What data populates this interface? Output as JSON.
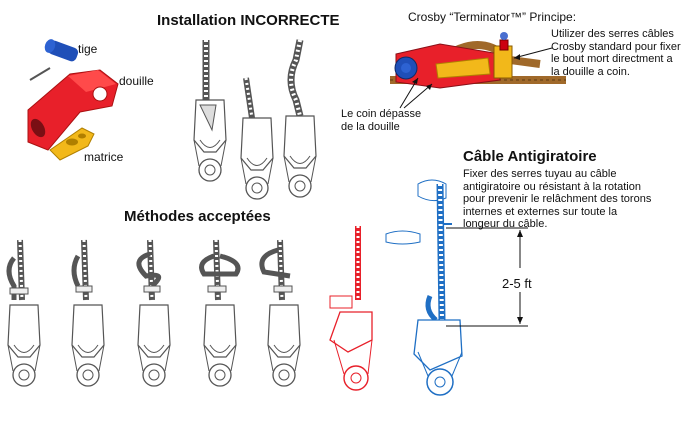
{
  "titles": {
    "incorrect": "Installation INCORRECTE",
    "accepted": "Méthodes acceptées",
    "crosby": "Crosby “Terminator™” Principe:",
    "antirotation": "Câble Antigiratoire"
  },
  "parts": {
    "pin": "tige",
    "socket": "douille",
    "wedge": "matrice"
  },
  "crosby_note_lines": [
    "Utilizer des serres câbles",
    "Crosby standard pour fixer",
    "le bout mort directment a",
    "la douille a coin."
  ],
  "wedge_note_lines": [
    "Le coin dépasse",
    "de la douille"
  ],
  "antirotation_note_lines": [
    "Fixer des serres tuyau au câble",
    "antigiratoire ou résistant à la rotation",
    "pour prevenir le relâchment des torons",
    "internes et externes sur toute la",
    "longeur du câble."
  ],
  "dimension": "2-5 ft",
  "colors": {
    "red": "#e8202a",
    "blue": "#1f6fc4",
    "yellow": "#f2b81a",
    "brown": "#a0692a",
    "gray": "#555555"
  }
}
